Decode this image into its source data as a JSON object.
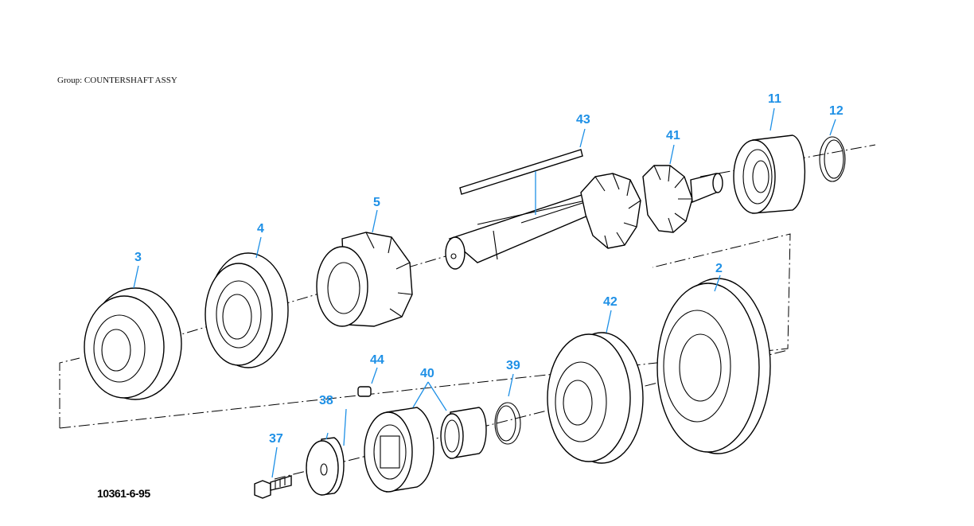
{
  "group_label": "Group: COUNTERSHAFT ASSY",
  "drawing_number": "10361-6-95",
  "accent_color": "#1e90e6",
  "callouts": {
    "c43": "43",
    "c41": "41",
    "c11": "11",
    "c12": "12",
    "c5": "5",
    "c4": "4",
    "c3": "3",
    "c2": "2",
    "c42": "42",
    "c44": "44",
    "c40": "40",
    "c39": "39",
    "c38": "38",
    "c37": "37"
  }
}
